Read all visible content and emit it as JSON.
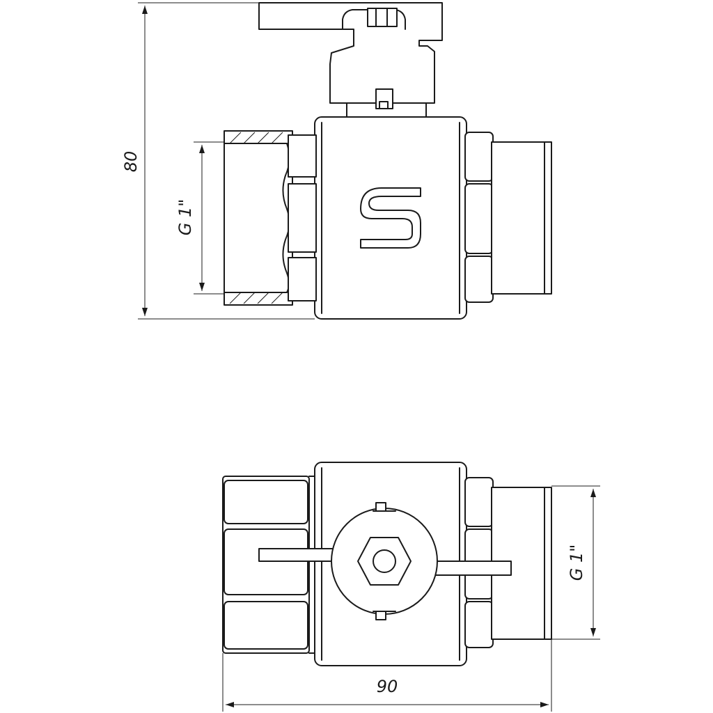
{
  "dimensions": {
    "height": "80",
    "width": "90",
    "thread_front": "G 1\"",
    "thread_top": "G 1\""
  },
  "colors": {
    "line": "#1a1a1a",
    "background": "#ffffff"
  },
  "icons": {
    "logo": "brand-s-logo-icon"
  }
}
